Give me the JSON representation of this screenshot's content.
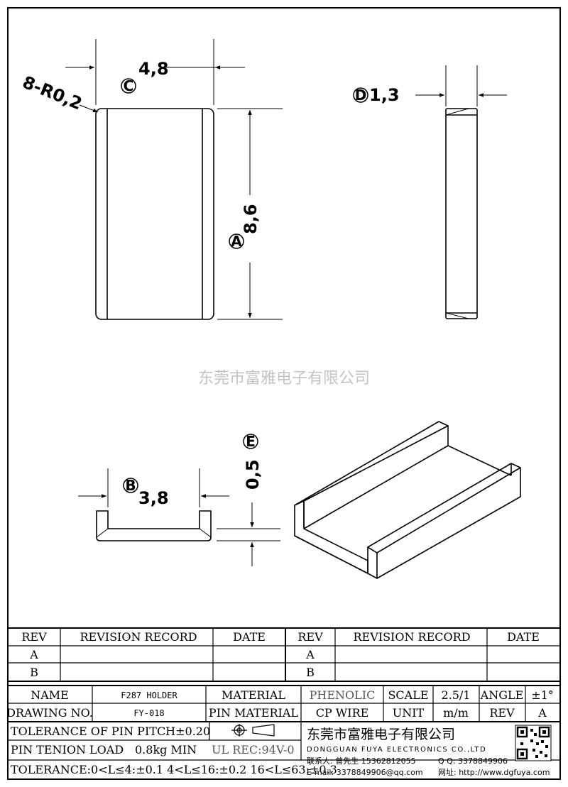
{
  "dims": {
    "corner_radius": "8-R0,2",
    "c_label": "C",
    "c_value": "4,8",
    "d_label": "D",
    "d_value": "1,3",
    "a_label": "A",
    "a_value": "8,6",
    "b_label": "B",
    "b_value": "3,8",
    "e_label": "E",
    "e_value": "0,5"
  },
  "watermark": "东莞市富雅电子有限公司",
  "revision_table": {
    "headers": [
      "REV",
      "REVISION RECORD",
      "DATE",
      "REV",
      "REVISION RECORD",
      "DATE"
    ],
    "rows": [
      "A",
      "B"
    ]
  },
  "title_block": {
    "name_label": "NAME",
    "name_value": "F287 HOLDER",
    "material_label": "MATERIAL",
    "material_value": "PHENOLIC",
    "scale_label": "SCALE",
    "scale_value": "2.5/1",
    "angle_label": "ANGLE",
    "angle_value": "±1°",
    "drawing_no_label": "DRAWING NO.",
    "drawing_no_value": "FY-018",
    "pin_material_label": "PIN MATERIAL",
    "pin_material_value": "CP WIRE",
    "unit_label": "UNIT",
    "unit_value": "m/m",
    "rev_label": "REV",
    "rev_value": "A",
    "tol_pitch": "TOLERANCE OF PIN PITCH±0.20",
    "pin_tension_label": "PIN TENION LOAD",
    "pin_tension_value": "0.8kg MIN",
    "ul_rec": "UL REC:94V-0",
    "tolerance_line": "TOLERANCE:0<L≤4:±0.1 4<L≤16:±0.2 16<L≤63:±0.3",
    "company_cn": "东莞市富雅电子有限公司",
    "company_en": "DONGGUAN FUYA ELECTRONICS CO.,LTD",
    "contact": "联系人: 曾先生 15362812055",
    "qq": "Q Q: 3378849906",
    "email": "E-mail: 3378849906@qq.com",
    "website": "网址: http://www.dgfuya.com"
  }
}
